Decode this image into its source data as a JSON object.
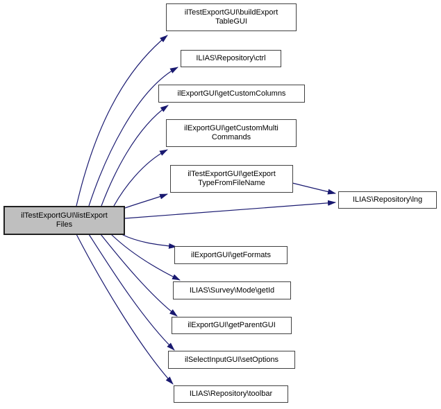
{
  "diagram": {
    "type": "call-graph",
    "colors": {
      "edge": "#191970",
      "node_border": "#404040",
      "node_fill": "#ffffff",
      "main_node_fill": "#bfbfbf",
      "text": "#000000",
      "background": "#ffffff"
    },
    "nodes": [
      {
        "id": "buildExportTableGUI",
        "label": "ilTestExportGUI\\buildExport\nTableGUI",
        "main": false
      },
      {
        "id": "ctrl",
        "label": "ILIAS\\Repository\\ctrl",
        "main": false
      },
      {
        "id": "getCustomColumns",
        "label": "ilExportGUI\\getCustomColumns",
        "main": false
      },
      {
        "id": "getCustomMultiCommands",
        "label": "ilExportGUI\\getCustomMulti\nCommands",
        "main": false
      },
      {
        "id": "getExportTypeFromFileName",
        "label": "ilTestExportGUI\\getExport\nTypeFromFileName",
        "main": false
      },
      {
        "id": "lng",
        "label": "ILIAS\\Repository\\lng",
        "main": false
      },
      {
        "id": "listExportFiles",
        "label": "ilTestExportGUI\\listExport\nFiles",
        "main": true
      },
      {
        "id": "getFormats",
        "label": "ilExportGUI\\getFormats",
        "main": false
      },
      {
        "id": "getId",
        "label": "ILIAS\\Survey\\Mode\\getId",
        "main": false
      },
      {
        "id": "getParentGUI",
        "label": "ilExportGUI\\getParentGUI",
        "main": false
      },
      {
        "id": "setOptions",
        "label": "ilSelectInputGUI\\setOptions",
        "main": false
      },
      {
        "id": "toolbar",
        "label": "ILIAS\\Repository\\toolbar",
        "main": false
      }
    ],
    "edges": [
      {
        "from": "listExportFiles",
        "to": "buildExportTableGUI"
      },
      {
        "from": "listExportFiles",
        "to": "ctrl"
      },
      {
        "from": "listExportFiles",
        "to": "getCustomColumns"
      },
      {
        "from": "listExportFiles",
        "to": "getCustomMultiCommands"
      },
      {
        "from": "listExportFiles",
        "to": "getExportTypeFromFileName"
      },
      {
        "from": "listExportFiles",
        "to": "lng"
      },
      {
        "from": "getExportTypeFromFileName",
        "to": "lng"
      },
      {
        "from": "listExportFiles",
        "to": "getFormats"
      },
      {
        "from": "listExportFiles",
        "to": "getId"
      },
      {
        "from": "listExportFiles",
        "to": "getParentGUI"
      },
      {
        "from": "listExportFiles",
        "to": "setOptions"
      },
      {
        "from": "listExportFiles",
        "to": "toolbar"
      }
    ]
  }
}
